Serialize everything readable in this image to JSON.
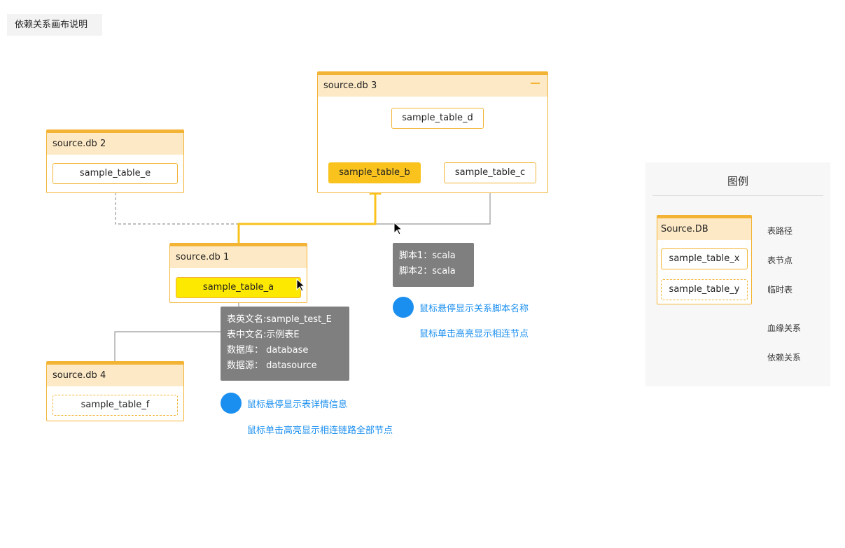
{
  "page_title": "依赖关系画布说明",
  "db_boxes": {
    "db1": {
      "title": "source.db 1",
      "table": "sample_table_a"
    },
    "db2": {
      "title": "source.db 2",
      "table": "sample_table_e"
    },
    "db3": {
      "title": "source.db 3",
      "tables": [
        "sample_table_d",
        "sample_table_b",
        "sample_table_c"
      ]
    },
    "db4": {
      "title": "source.db 4",
      "table": "sample_table_f"
    }
  },
  "table_tooltip": {
    "lines": [
      "表英文名:sample_test_E",
      "表中文名:示例表E",
      "数据库：  database",
      "数据源：  datasource"
    ]
  },
  "script_tooltip": {
    "lines": [
      "脚本1：scala",
      "脚本2：scala"
    ]
  },
  "notes": {
    "table_hover": "鼠标悬停显示表详情信息",
    "table_click": "鼠标单击高亮显示相连链路全部节点",
    "relation_hover": "鼠标悬停显示关系脚本名称",
    "relation_click": "鼠标单击高亮显示相连节点"
  },
  "legend": {
    "title": "图例",
    "db_title": "Source.DB",
    "table_node": "sample_table_x",
    "temp_node": "sample_table_y",
    "labels": {
      "path": "表路径",
      "node": "表节点",
      "temp": "临时表",
      "lineage": "血缘关系",
      "dependency": "依赖关系"
    }
  },
  "colors": {
    "accent_orange": "#f3b436",
    "header_fill": "#fde9c5",
    "highlight": "#f9c21d",
    "info_blue": "#1b8ff0",
    "tooltip_gray": "#7f7f7f"
  }
}
